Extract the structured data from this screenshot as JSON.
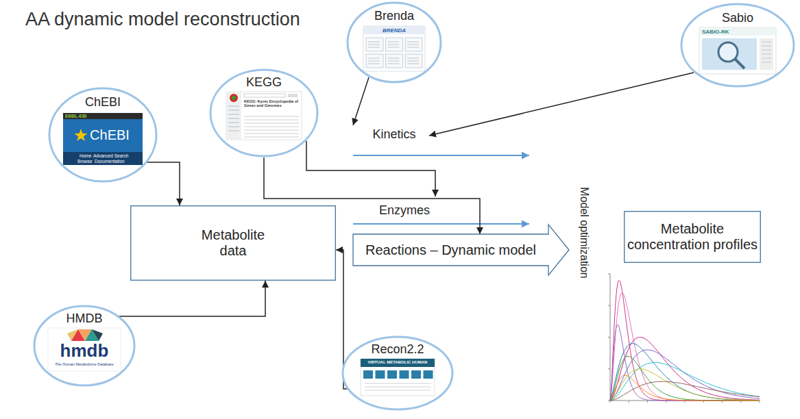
{
  "diagram": {
    "title": "AA dynamic model reconstruction",
    "nodes": [
      {
        "text": [
          "Brenda"
        ]
      },
      {
        "text": [
          "Sabio"
        ]
      },
      {
        "text": [
          "KEGG"
        ]
      },
      {
        "text": [
          "ChEBI"
        ]
      },
      {
        "text": [
          "Metabolite data"
        ]
      },
      {
        "text": [
          "Reactions – Dynamic model"
        ]
      },
      {
        "text": [
          "Metabolite concentration profiles"
        ]
      },
      {
        "text": [
          "HMDB"
        ]
      },
      {
        "text": [
          "Recon2.2"
        ]
      }
    ],
    "edges": [
      {
        "from": 3,
        "to": 4,
        "arrow": "to"
      },
      {
        "from": 7,
        "to": 4,
        "arrow": "to"
      },
      {
        "from": 8,
        "to": 4,
        "arrow": "to"
      },
      {
        "from": 2,
        "to": 5,
        "arrow": "to"
      }
    ],
    "labels": [
      "Kinetics",
      "Enzymes",
      "Model optimization",
      "BRENDA",
      "KEGG: Kyoto Encyclopedia of Genes and Genomes",
      "SABIO-RK",
      "EMBL-EBI",
      "ChEBI",
      "Home",
      "Advanced Search",
      "Browse",
      "Documentation",
      "hmdb",
      "The Human Metabolome Database",
      "VIRTUAL METABOLIC HUMAN"
    ]
  }
}
